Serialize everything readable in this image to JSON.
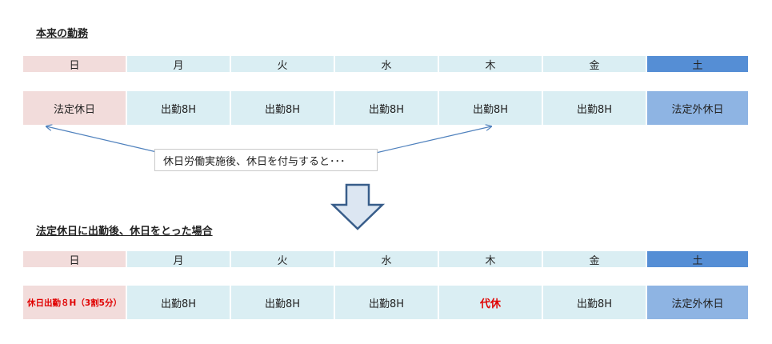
{
  "section1": {
    "title": "本来の勤務",
    "days": [
      "日",
      "月",
      "火",
      "水",
      "木",
      "金",
      "土"
    ],
    "cells": [
      "法定休日",
      "出勤8H",
      "出勤8H",
      "出勤8H",
      "出勤8H",
      "出勤8H",
      "法定外休日"
    ]
  },
  "callout": {
    "text": "休日労働実施後、休日を付与すると･･･"
  },
  "section2": {
    "title": "法定休日に出勤後、休日をとった場合",
    "days": [
      "日",
      "月",
      "火",
      "水",
      "木",
      "金",
      "土"
    ],
    "cells": [
      "休日出勤８H（3割5分）",
      "出勤8H",
      "出勤8H",
      "出勤8H",
      "代休",
      "出勤8H",
      "法定外休日"
    ]
  },
  "colors": {
    "sunday": "#f2dcdb",
    "weekday": "#daeef3",
    "saturday_header": "#558ed5",
    "saturday_body": "#8eb4e3",
    "highlight_text": "#e00000",
    "arrow_stroke": "#4f81bd"
  }
}
